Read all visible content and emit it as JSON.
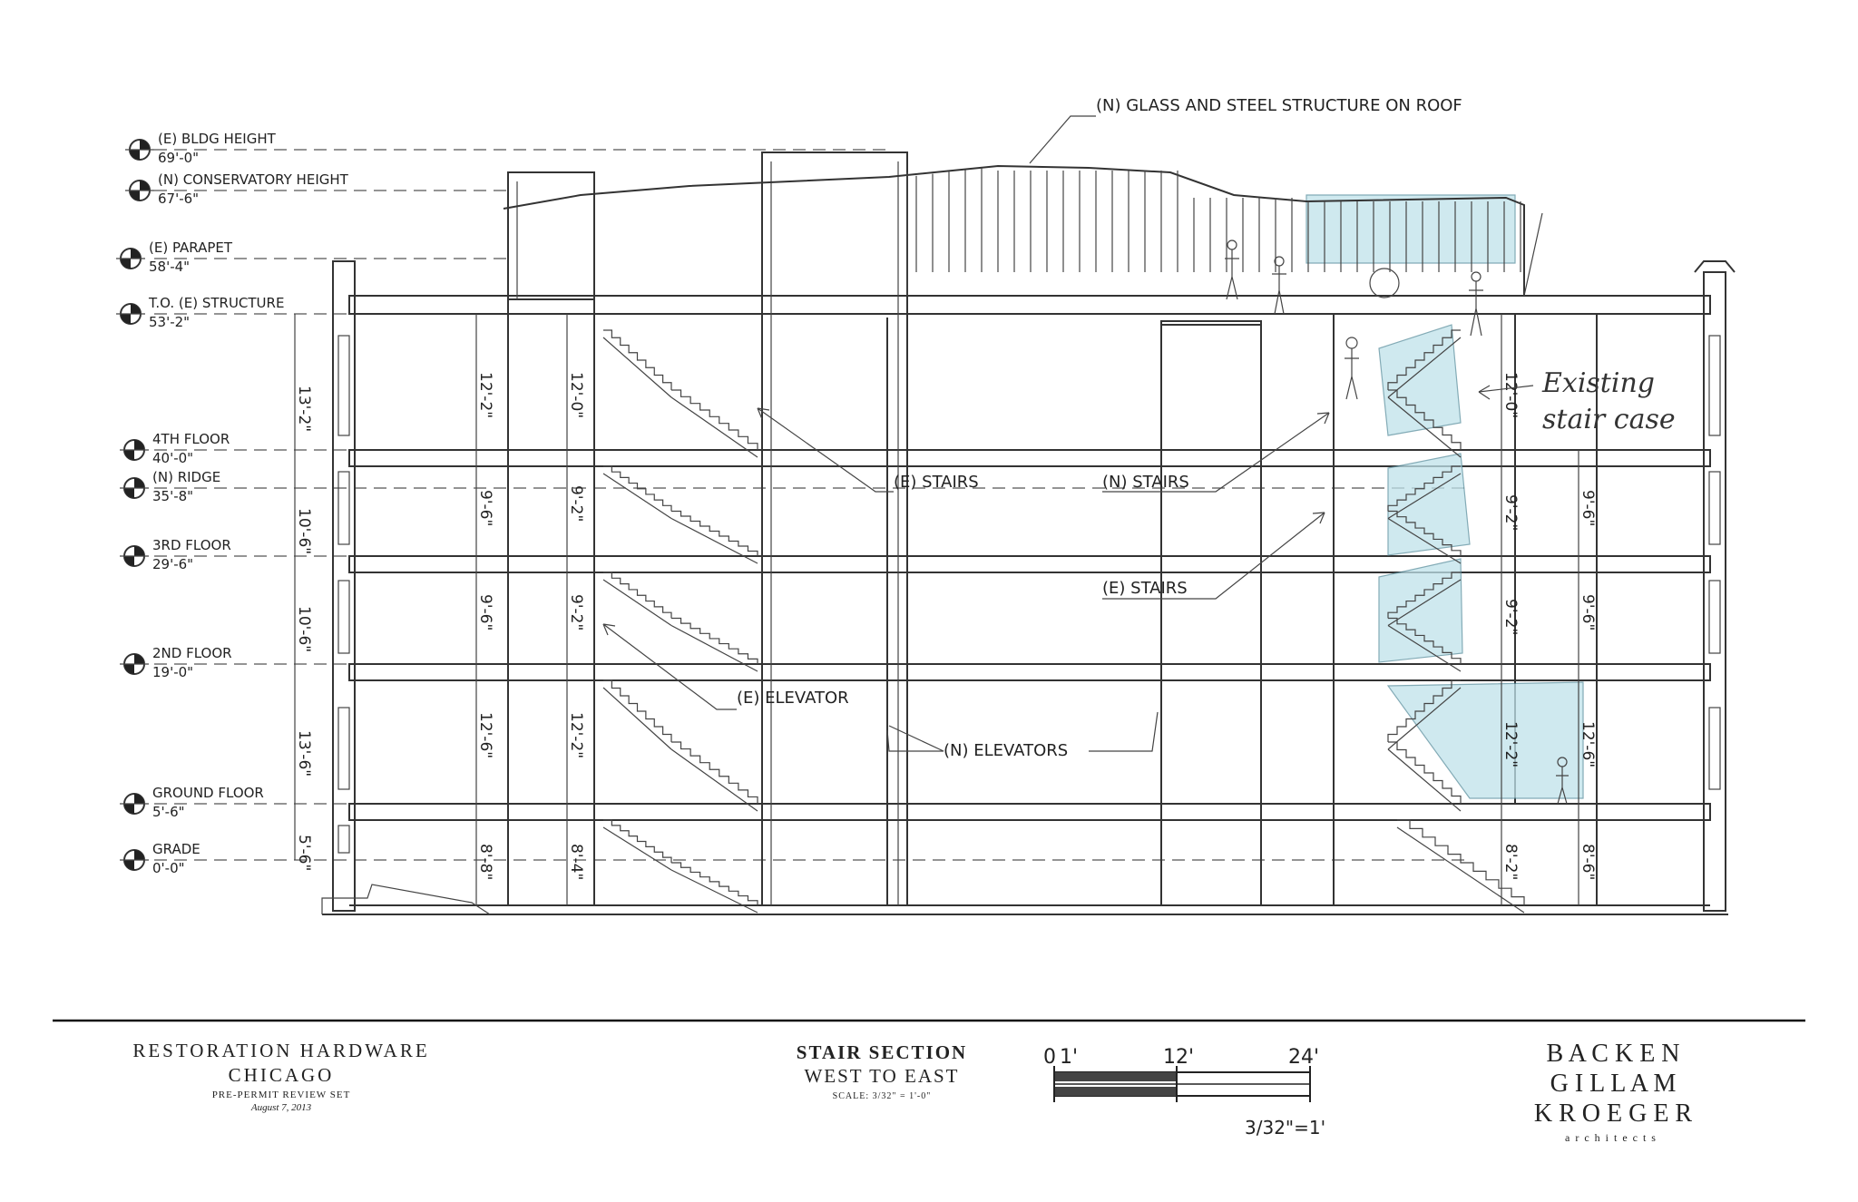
{
  "levels": [
    {
      "id": "bldg-height",
      "name": "(E) BLDG HEIGHT",
      "elevation": "69'-0\""
    },
    {
      "id": "conservatory-height",
      "name": "(N) CONSERVATORY HEIGHT",
      "elevation": "67'-6\""
    },
    {
      "id": "parapet",
      "name": "(E) PARAPET",
      "elevation": "58'-4\""
    },
    {
      "id": "top-structure",
      "name": "T.O. (E) STRUCTURE",
      "elevation": "53'-2\""
    },
    {
      "id": "fourth-floor",
      "name": "4TH FLOOR",
      "elevation": "40'-0\""
    },
    {
      "id": "ridge",
      "name": "(N) RIDGE",
      "elevation": "35'-8\""
    },
    {
      "id": "third-floor",
      "name": "3RD FLOOR",
      "elevation": "29'-6\""
    },
    {
      "id": "second-floor",
      "name": "2ND FLOOR",
      "elevation": "19'-0\""
    },
    {
      "id": "ground-floor",
      "name": "GROUND FLOOR",
      "elevation": "5'-6\""
    },
    {
      "id": "grade",
      "name": "GRADE",
      "elevation": "0'-0\""
    }
  ],
  "dimensions": {
    "overall": [
      "13'-2\"",
      "10'-6\"",
      "10'-6\"",
      "13'-6\"",
      "5'-6\""
    ],
    "west_wall": [
      "12'-2\"",
      "9'-6\"",
      "9'-6\"",
      "12'-6\"",
      "8'-8\""
    ],
    "west_stair": [
      "12'-0\"",
      "9'-2\"",
      "9'-2\"",
      "12'-2\"",
      "8'-4\""
    ],
    "east_stair": [
      "12'-0\"",
      "9'-2\"",
      "9'-2\"",
      "12'-2\"",
      "8'-2\""
    ],
    "east_wall": [
      "9'-6\"",
      "9'-6\"",
      "12'-6\"",
      "8'-6\""
    ]
  },
  "callouts": {
    "roof_structure": "(N) GLASS AND STEEL STRUCTURE ON ROOF",
    "e_stairs_west": "(E) STAIRS",
    "n_stairs": "(N) STAIRS",
    "e_stairs_east": "(E) STAIRS",
    "e_elevator": "(E) ELEVATOR",
    "n_elevators": "(N) ELEVATORS"
  },
  "handwritten_note": [
    "Existing",
    "stair case"
  ],
  "title_block": {
    "project_name": "RESTORATION HARDWARE",
    "project_city": "CHICAGO",
    "review_set": "PRE-PERMIT REVIEW SET",
    "date": "August 7, 2013",
    "drawing_title": "STAIR SECTION",
    "drawing_subtitle": "WEST TO EAST",
    "drawing_scale": "SCALE: 3/32\" = 1'-0\"",
    "scale_bar_labels": [
      "0",
      "1'",
      "12'",
      "24'"
    ],
    "scale_bar_note": "3/32\"=1'",
    "firm_lines": [
      "B A C K E N",
      "G I L L A M",
      "K R O E G E R"
    ],
    "firm_sub": "architects"
  },
  "colors": {
    "linework": "#333333",
    "glass": "#bfe2ea"
  }
}
